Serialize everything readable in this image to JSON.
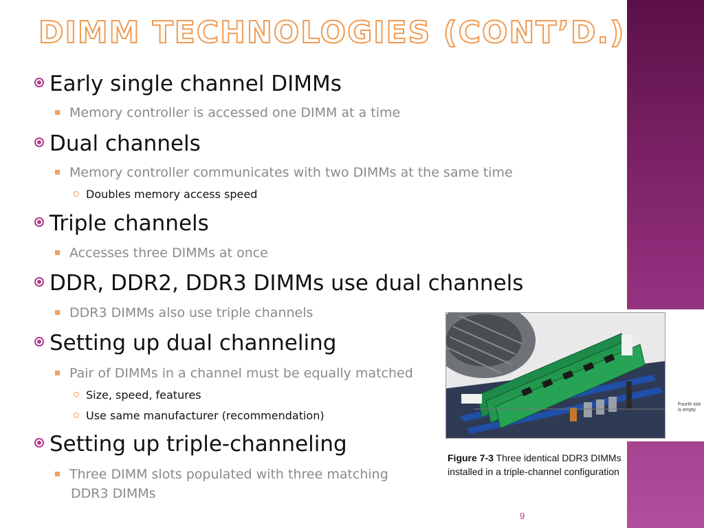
{
  "slide": {
    "title": "DIMM Technologies (cont’d.)",
    "page_number": "9"
  },
  "bullets": [
    {
      "level": 1,
      "text": "Early single channel DIMMs"
    },
    {
      "level": 2,
      "text": "Memory controller is accessed one DIMM at a time"
    },
    {
      "level": 1,
      "text": "Dual channels"
    },
    {
      "level": 2,
      "text": "Memory controller communicates with two DIMMs at the same time"
    },
    {
      "level": 3,
      "text": "Doubles memory access speed"
    },
    {
      "level": 1,
      "text": "Triple channels"
    },
    {
      "level": 2,
      "text": "Accesses three DIMMs at once"
    },
    {
      "level": 1,
      "text": "DDR, DDR2, DDR3 DIMMs use dual channels"
    },
    {
      "level": 2,
      "text": "DDR3 DIMMs also use triple channels"
    },
    {
      "level": 1,
      "text": "Setting up dual channeling"
    },
    {
      "level": 2,
      "text": "Pair of DIMMs in a channel must be equally matched"
    },
    {
      "level": 3,
      "text": "Size, speed, features"
    },
    {
      "level": 3,
      "text": "Use same manufacturer (recommendation)"
    },
    {
      "level": 1,
      "text": "Setting up triple-channeling"
    },
    {
      "level": 2,
      "text": "Three DIMM slots populated with three matching"
    },
    {
      "level": 2,
      "text": "DDR3 DIMMs"
    }
  ],
  "figure": {
    "label": "Figure 7-3",
    "caption": "Three identical DDR3 DIMMs installed in a triple-channel configuration",
    "callout_line1": "Fourth slot",
    "callout_line2": "is empty"
  },
  "colors": {
    "title_outline": "#f09a52",
    "accent_purple": "#b23a8e",
    "accent_orange": "#f0a060"
  }
}
